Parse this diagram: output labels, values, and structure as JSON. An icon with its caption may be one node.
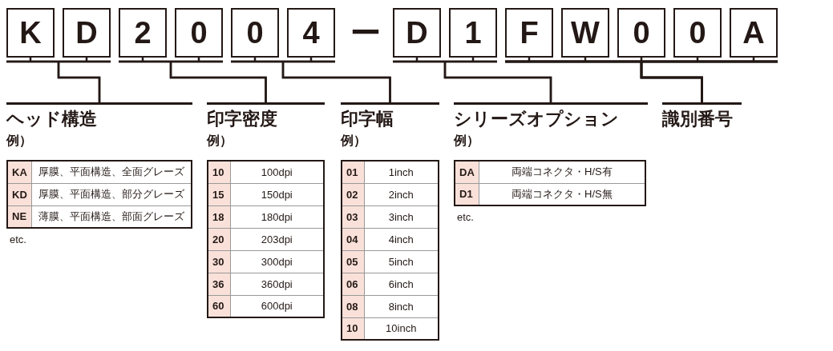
{
  "diagram": {
    "nodes": [
      {
        "text": [
          "K"
        ]
      },
      {
        "text": [
          "D"
        ]
      },
      {
        "text": [
          "2"
        ]
      },
      {
        "text": [
          "0"
        ]
      },
      {
        "text": [
          "0"
        ]
      },
      {
        "text": [
          "4"
        ]
      },
      {
        "text": [
          "D"
        ]
      },
      {
        "text": [
          "1"
        ]
      },
      {
        "text": [
          "F"
        ]
      },
      {
        "text": [
          "W"
        ]
      },
      {
        "text": [
          "0"
        ]
      },
      {
        "text": [
          "0"
        ]
      },
      {
        "text": [
          "A"
        ]
      },
      {
        "text": [
          "ヘッド構造",
          "例）"
        ]
      },
      {
        "text": [
          "印字密度",
          "例）"
        ]
      },
      {
        "text": [
          "印字幅",
          "例）"
        ]
      },
      {
        "text": [
          "シリーズオプション",
          "例）"
        ]
      },
      {
        "text": [
          "識別番号"
        ]
      }
    ],
    "edges": [
      {
        "from": 0,
        "to": 13,
        "arrow": "none"
      },
      {
        "from": 1,
        "to": 13,
        "arrow": "none"
      },
      {
        "from": 2,
        "to": 14,
        "arrow": "none"
      },
      {
        "from": 3,
        "to": 14,
        "arrow": "none"
      },
      {
        "from": 4,
        "to": 15,
        "arrow": "none"
      },
      {
        "from": 5,
        "to": 15,
        "arrow": "none"
      },
      {
        "from": 6,
        "to": 16,
        "arrow": "none"
      },
      {
        "from": 7,
        "to": 16,
        "arrow": "none"
      },
      {
        "from": 8,
        "to": 17,
        "arrow": "none"
      },
      {
        "from": 9,
        "to": 17,
        "arrow": "none"
      },
      {
        "from": 10,
        "to": 17,
        "arrow": "none"
      },
      {
        "from": 11,
        "to": 17,
        "arrow": "none"
      },
      {
        "from": 12,
        "to": 17,
        "arrow": "none"
      }
    ],
    "labels": [
      "ー",
      "KA",
      "厚膜、平面構造、全面グレーズ",
      "KD",
      "厚膜、平面構造、部分グレーズ",
      "NE",
      "薄膜、平面構造、部面グレーズ",
      "etc.",
      "10",
      "100dpi",
      "15",
      "150dpi",
      "18",
      "180dpi",
      "20",
      "203dpi",
      "30",
      "300dpi",
      "36",
      "360dpi",
      "60",
      "600dpi",
      "01",
      "1inch",
      "02",
      "2inch",
      "03",
      "3inch",
      "04",
      "4inch",
      "05",
      "5inch",
      "06",
      "6inch",
      "08",
      "8inch",
      "10",
      "10inch",
      "DA",
      "両端コネクタ・H/S有",
      "D1",
      "両端コネクタ・H/S無",
      "etc."
    ]
  }
}
